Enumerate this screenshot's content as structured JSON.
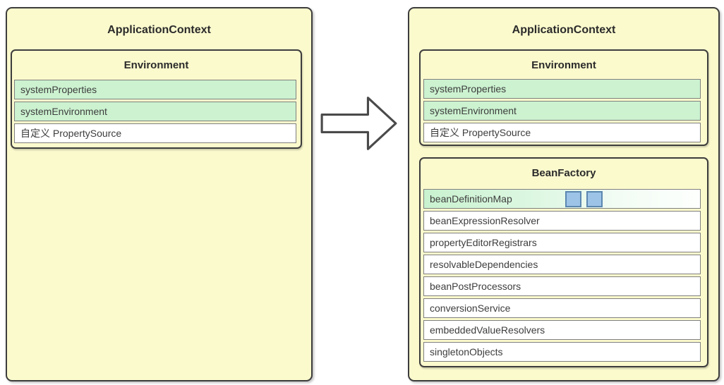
{
  "left_panel": {
    "title": "ApplicationContext",
    "environment": {
      "title": "Environment",
      "rows": [
        {
          "label": "systemProperties",
          "highlight": true
        },
        {
          "label": "systemEnvironment",
          "highlight": true
        },
        {
          "label": "自定义 PropertySource",
          "highlight": false
        }
      ]
    }
  },
  "arrow": {
    "icon": "right-block-arrow-icon",
    "direction": "right"
  },
  "right_panel": {
    "title": "ApplicationContext",
    "environment": {
      "title": "Environment",
      "rows": [
        {
          "label": "systemProperties",
          "highlight": true
        },
        {
          "label": "systemEnvironment",
          "highlight": true
        },
        {
          "label": "自定义 PropertySource",
          "highlight": false
        }
      ]
    },
    "bean_factory": {
      "title": "BeanFactory",
      "rows": [
        {
          "label": "beanDefinitionMap",
          "highlight": "gradient",
          "badge_count": 2
        },
        {
          "label": "beanExpressionResolver"
        },
        {
          "label": "propertyEditorRegistrars"
        },
        {
          "label": "resolvableDependencies"
        },
        {
          "label": "beanPostProcessors"
        },
        {
          "label": "conversionService"
        },
        {
          "label": "embeddedValueResolvers"
        },
        {
          "label": "singletonObjects"
        }
      ]
    }
  },
  "colors": {
    "panel_fill": "#fbfacd",
    "highlight_green": "#ccf2d0",
    "badge_blue_fill": "#9dc3e6",
    "badge_blue_border": "#5b87b0",
    "border_dark": "#3d3d3d",
    "row_border": "#7f7f7f",
    "text": "#3d3d3d"
  }
}
